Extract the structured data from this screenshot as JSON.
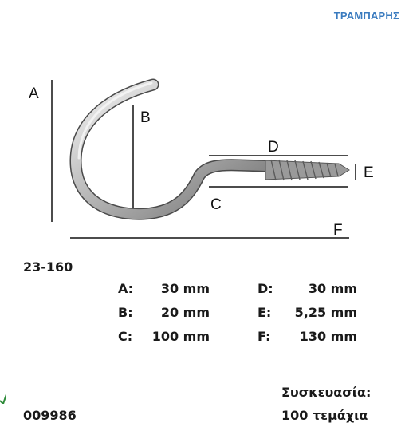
{
  "brand": "ΤΡΑΜΠΑΡΗΣ",
  "diagram": {
    "labels": {
      "a": "A",
      "b": "B",
      "c": "C",
      "d": "D",
      "e": "E",
      "f": "F"
    }
  },
  "product_code": "23-160",
  "specs": [
    {
      "label": "A:",
      "value": "30 mm"
    },
    {
      "label": "B:",
      "value": "20 mm"
    },
    {
      "label": "C:",
      "value": "100 mm"
    },
    {
      "label": "D:",
      "value": "30 mm"
    },
    {
      "label": "E:",
      "value": "5,25 mm"
    },
    {
      "label": "F:",
      "value": "130 mm"
    }
  ],
  "packaging": {
    "label": "Συσκευασία:",
    "value": "100 τεμάχια"
  },
  "article_number": "009986",
  "colors": {
    "brand": "#3a7bbf",
    "accent_mark": "#2e8b3a"
  }
}
